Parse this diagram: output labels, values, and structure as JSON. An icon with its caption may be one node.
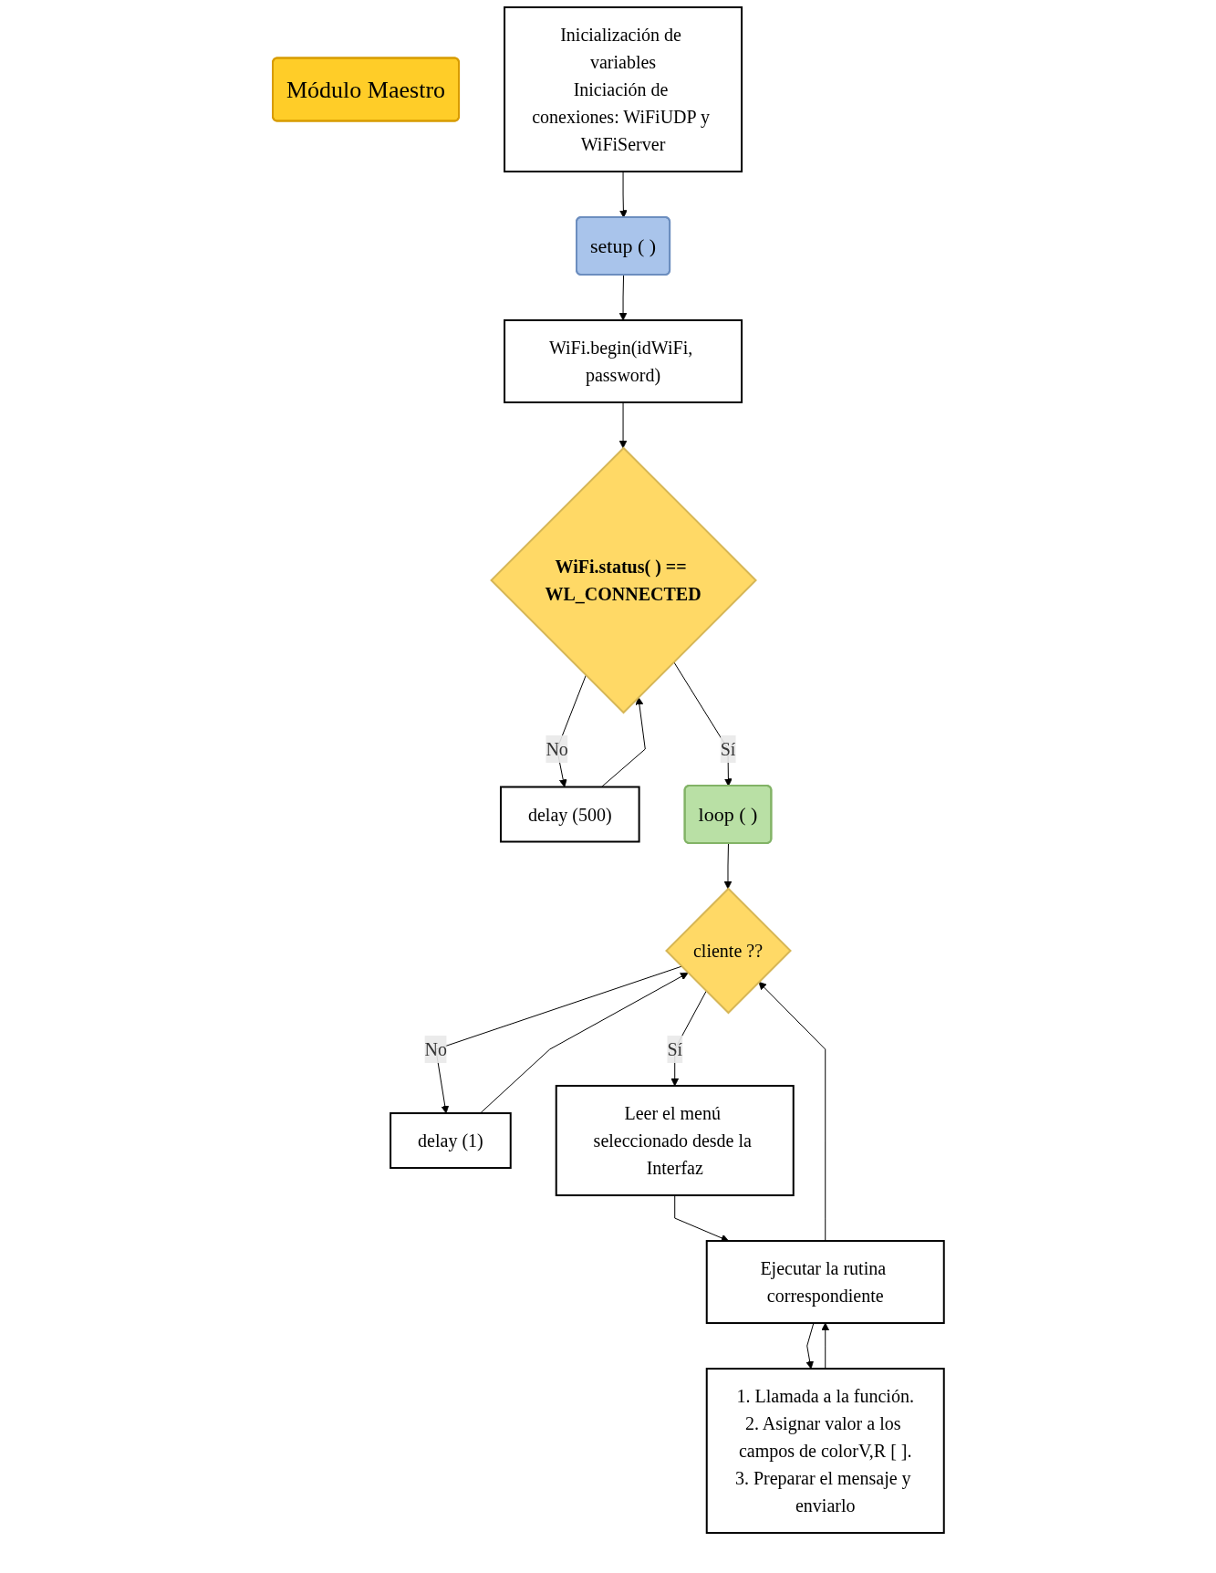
{
  "diagram": {
    "nodes": [
      {
        "text": [
          "Módulo Maestro"
        ]
      },
      {
        "text": [
          "Inicialización de variables",
          "Iniciación de conexiones: WiFiUDP y WiFiServer"
        ]
      },
      {
        "text": [
          "setup ( )"
        ]
      },
      {
        "text": [
          "WiFi.begin(idWiFi, password)"
        ]
      },
      {
        "text": [
          "WiFi.status( ) == WL_CONNECTED"
        ]
      },
      {
        "text": [
          "delay (500)"
        ]
      },
      {
        "text": [
          "loop ( )"
        ]
      },
      {
        "text": [
          "cliente ??"
        ]
      },
      {
        "text": [
          "delay (1)"
        ]
      },
      {
        "text": [
          "Leer el menú seleccionado desde la Interfaz"
        ]
      },
      {
        "text": [
          "Ejecutar la rutina correspondiente"
        ]
      },
      {
        "text": [
          "1. Llamada a la función.",
          "2. Asignar valor a los campos de colorV,R [ ].",
          "3. Preparar el mensaje y enviarlo"
        ]
      }
    ],
    "edges": [
      {
        "from": 1,
        "to": 2,
        "arrow": "to"
      },
      {
        "from": 2,
        "to": 3,
        "arrow": "to"
      },
      {
        "from": 3,
        "to": 4,
        "arrow": "to"
      },
      {
        "from": 4,
        "to": 5,
        "label": "No",
        "arrow": "to"
      },
      {
        "from": 5,
        "to": 4,
        "arrow": "to"
      },
      {
        "from": 4,
        "to": 6,
        "label": "Sí",
        "arrow": "to"
      },
      {
        "from": 6,
        "to": 7,
        "arrow": "to"
      },
      {
        "from": 7,
        "to": 8,
        "label": "No",
        "arrow": "to"
      },
      {
        "from": 8,
        "to": 7,
        "arrow": "to"
      },
      {
        "from": 7,
        "to": 9,
        "label": "Sí",
        "arrow": "to"
      },
      {
        "from": 9,
        "to": 10,
        "arrow": "to"
      },
      {
        "from": 10,
        "to": 7,
        "arrow": "to"
      },
      {
        "from": 10,
        "to": 11,
        "arrow": "to"
      },
      {
        "from": 11,
        "to": 10,
        "arrow": "to"
      }
    ]
  }
}
